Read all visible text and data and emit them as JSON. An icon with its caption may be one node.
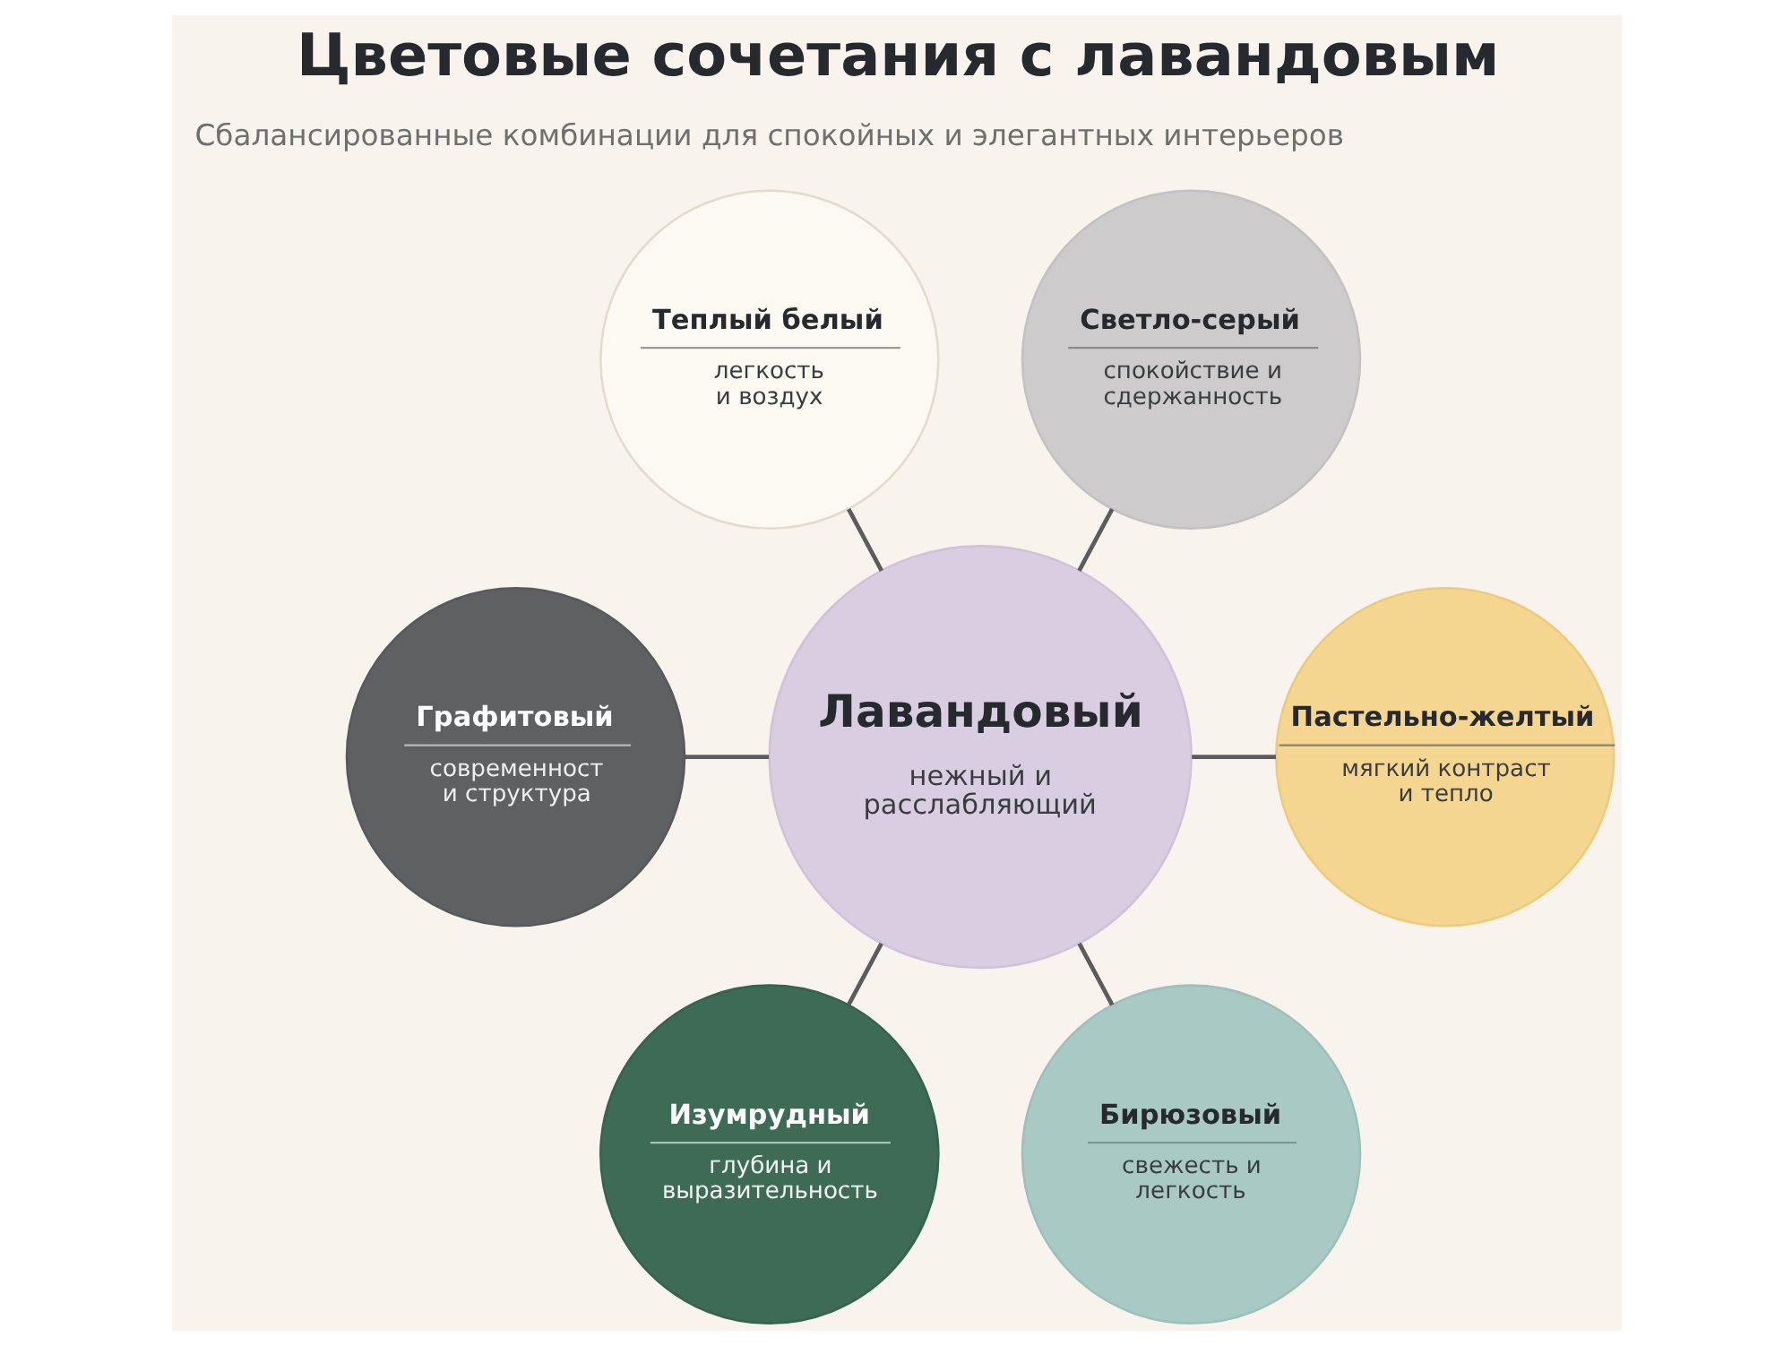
{
  "diagram": {
    "title": "Цветовые сочетания с лавандовым",
    "nodes": [
      {
        "text": [
          "Теплый белый",
          "легкость и воздух"
        ]
      },
      {
        "text": [
          "Светло-серый",
          "спокойствие и сдержанность"
        ]
      },
      {
        "text": [
          "Графитовый",
          "современност и структура"
        ]
      },
      {
        "text": [
          "Лавандовый",
          "нежный и расслабляющий"
        ]
      },
      {
        "text": [
          "Пастельно-желтый",
          "мягкий контраст и тепло"
        ]
      },
      {
        "text": [
          "Изумрудный",
          "глубина и выразительность"
        ]
      },
      {
        "text": [
          "Бирюзовый",
          "свежесть и легкость"
        ]
      }
    ],
    "edges": [
      {
        "from": 0,
        "to": 3,
        "arrow": "none"
      },
      {
        "from": 1,
        "to": 3,
        "arrow": "none"
      },
      {
        "from": 2,
        "to": 3,
        "arrow": "none"
      },
      {
        "from": 3,
        "to": 4,
        "arrow": "none"
      },
      {
        "from": 3,
        "to": 5,
        "arrow": "none"
      },
      {
        "from": 3,
        "to": 6,
        "arrow": "none"
      }
    ],
    "labels": [
      "Сбалансированные комбинации для спокойных и элегантных интерьеров"
    ]
  }
}
